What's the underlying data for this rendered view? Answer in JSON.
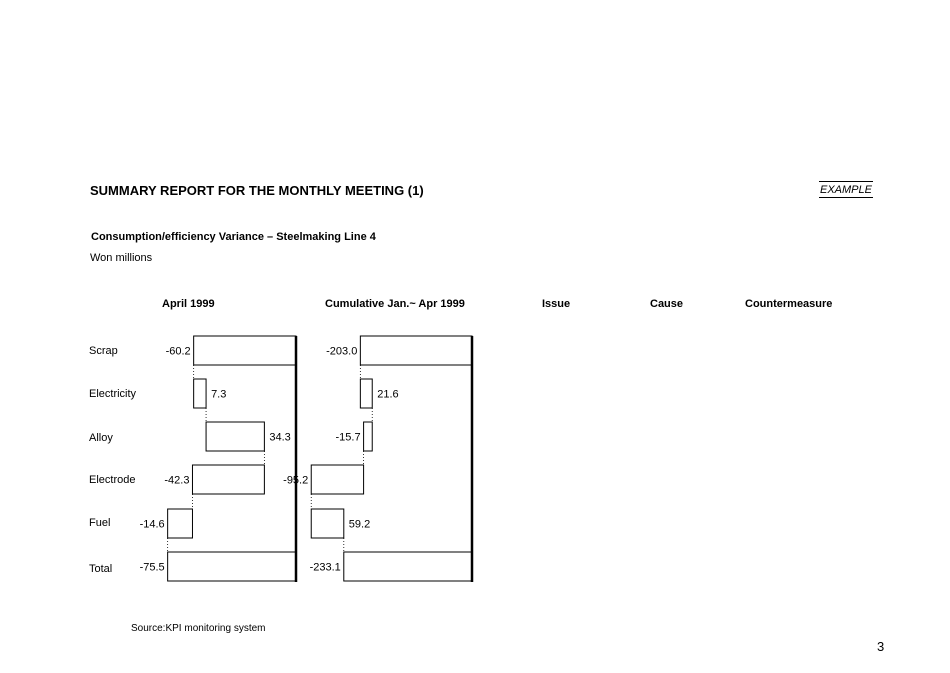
{
  "header": {
    "title": "SUMMARY REPORT FOR THE MONTHLY MEETING (1)",
    "badge": "EXAMPLE",
    "subtitle": "Consumption/efficiency Variance – Steelmaking Line 4",
    "units": "Won millions"
  },
  "columns": {
    "april": "April 1999",
    "cumulative": "Cumulative Jan.~ Apr 1999",
    "issue": "Issue",
    "cause": "Cause",
    "countermeasure": "Countermeasure"
  },
  "categories": [
    "Scrap",
    "Electricity",
    "Alloy",
    "Electrode",
    "Fuel",
    "Total"
  ],
  "chart_data": [
    {
      "type": "bar",
      "subtype": "waterfall",
      "title": "April 1999",
      "categories": [
        "Scrap",
        "Electricity",
        "Alloy",
        "Electrode",
        "Fuel",
        "Total"
      ],
      "values": [
        -60.2,
        7.3,
        34.3,
        -42.3,
        -14.6,
        -75.5
      ],
      "labels": [
        "-60.2",
        "7.3",
        "34.3",
        "-42.3",
        "-14.6",
        "-75.5"
      ]
    },
    {
      "type": "bar",
      "subtype": "waterfall",
      "title": "Cumulative Jan.~ Apr 1999",
      "categories": [
        "Scrap",
        "Electricity",
        "Alloy",
        "Electrode",
        "Fuel",
        "Total"
      ],
      "values": [
        -203.0,
        21.6,
        -15.7,
        -95.2,
        59.2,
        -233.1
      ],
      "labels": [
        "-203.0",
        "21.6",
        "-15.7",
        "-95.2",
        "59.2",
        "-233.1"
      ]
    }
  ],
  "footer": {
    "source": "Source:KPI monitoring system",
    "page_number": "3"
  }
}
